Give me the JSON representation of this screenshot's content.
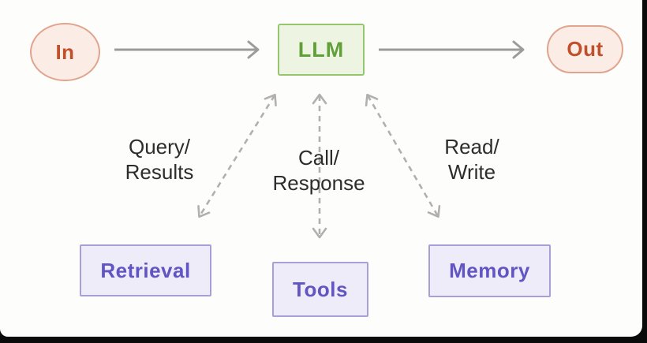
{
  "diagram": {
    "nodes": {
      "in": {
        "label": "In"
      },
      "llm": {
        "label": "LLM"
      },
      "out": {
        "label": "Out"
      },
      "retrieval": {
        "label": "Retrieval"
      },
      "tools": {
        "label": "Tools"
      },
      "memory": {
        "label": "Memory"
      }
    },
    "edge_labels": {
      "retrieval": {
        "line1": "Query/",
        "line2": "Results"
      },
      "tools": {
        "line1": "Call/",
        "line2": "Response"
      },
      "memory": {
        "line1": "Read/",
        "line2": "Write"
      }
    },
    "colors": {
      "io_fill": "#fcece6",
      "io_border": "#e0a48c",
      "io_text": "#c0502b",
      "llm_fill": "#edf4e2",
      "llm_border": "#97c56e",
      "llm_text": "#61a038",
      "module_fill": "#edecf8",
      "module_border": "#a89fd9",
      "module_text": "#6055c2",
      "arrow": "#9c9c98",
      "dashed_arrow": "#b2b0ac",
      "label_text": "#2d2d2d",
      "canvas_bg": "#fdfdfc",
      "frame_bg": "#0a0a0a"
    }
  }
}
